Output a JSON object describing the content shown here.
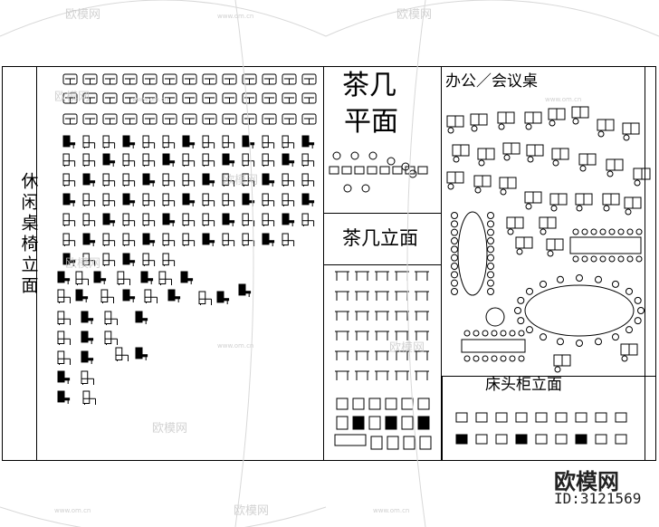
{
  "sections": {
    "leisure": {
      "title": "休闲桌椅立面"
    },
    "tea_plan": {
      "title_line1": "茶几",
      "title_line2": "平面"
    },
    "tea_elev": {
      "title": "茶几立面"
    },
    "office": {
      "title": "办公／会议桌"
    },
    "nightstand": {
      "title": "床头柜立面"
    }
  },
  "watermarks": {
    "brand": "欧模网",
    "site": "www.om.cn"
  },
  "logo": {
    "brand": "欧模网",
    "id": "ID:3121569"
  },
  "colors": {
    "line": "#000000",
    "watermark": "#c8c8c8",
    "background": "#ffffff"
  }
}
